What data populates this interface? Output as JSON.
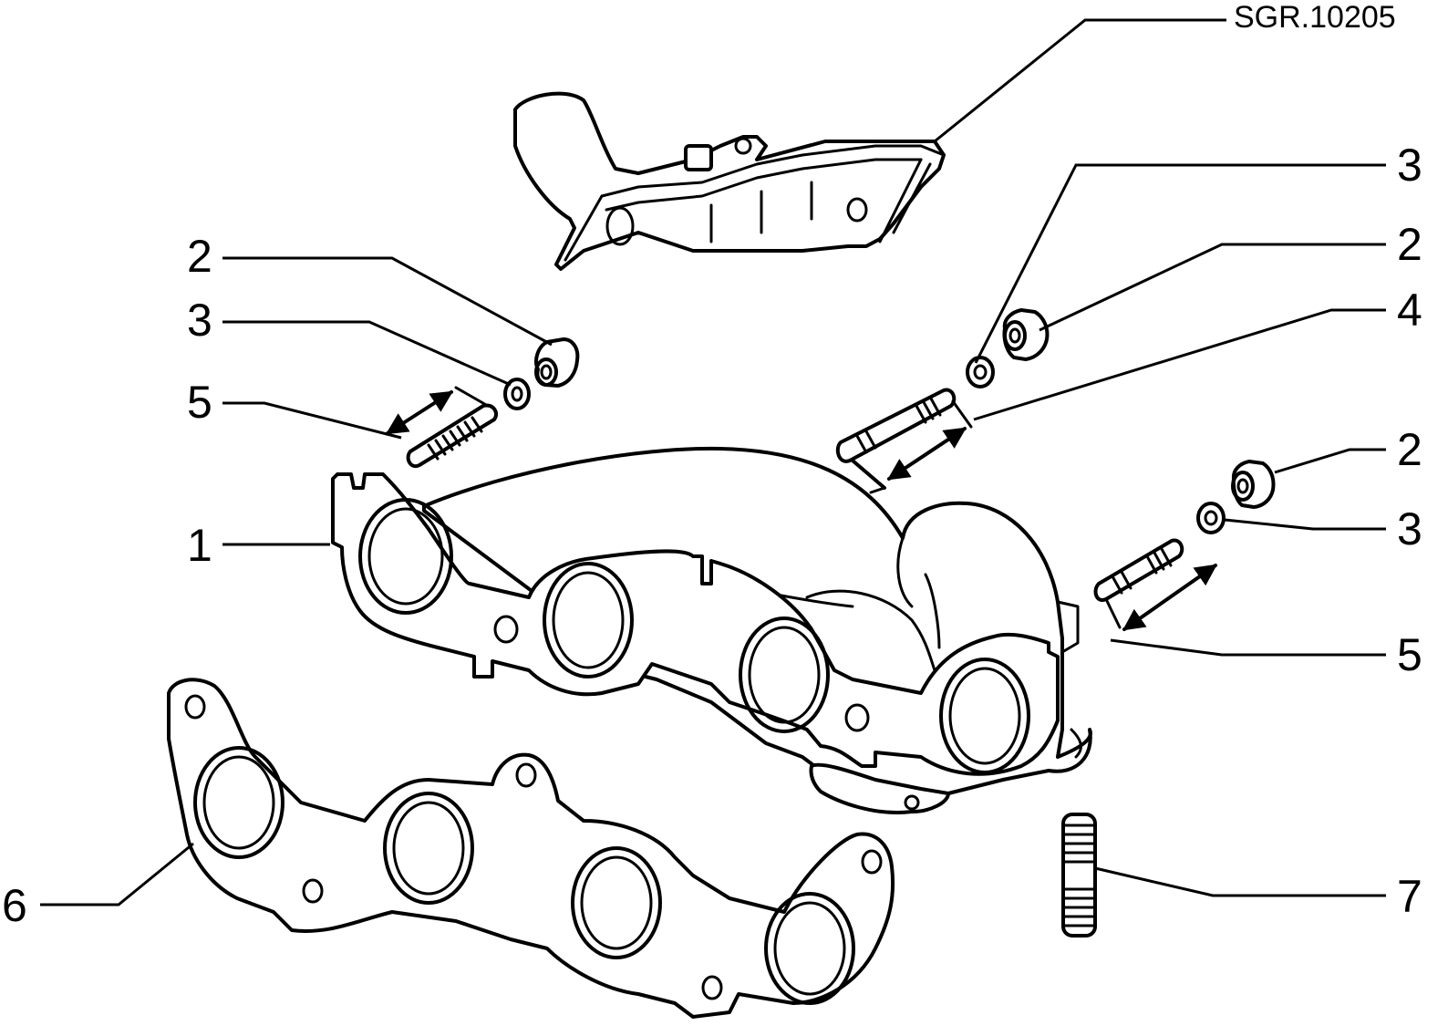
{
  "reference_code": "SGR.10205",
  "callouts": {
    "manifold": "1",
    "nut_left": "2",
    "washer_left": "3",
    "stud_left": "5",
    "washer_top_right": "3",
    "nut_top_right": "2",
    "stud_top_right": "4",
    "nut_right": "2",
    "washer_right": "3",
    "stud_right": "5",
    "gasket": "6",
    "stud_bottom": "7"
  }
}
